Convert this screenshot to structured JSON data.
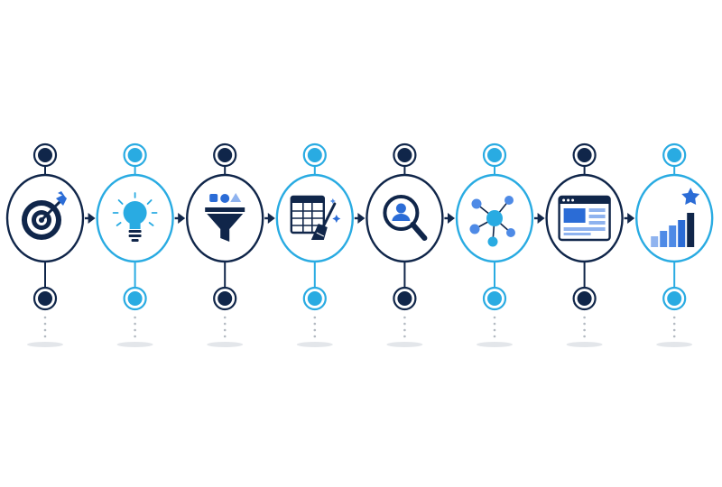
{
  "colors": {
    "navy": "#10264a",
    "cyan": "#29abe2",
    "cyan_light": "#56c6f0",
    "blue": "#2b6cd6",
    "blue_mid": "#4e8ae6",
    "blue_light": "#8fb3ef",
    "dots": "#b3bac2",
    "shadow": "#e3e6ea",
    "background": "#ffffff"
  },
  "steps": [
    {
      "icon": "target-icon",
      "ring": "navy"
    },
    {
      "icon": "lightbulb-icon",
      "ring": "cyan"
    },
    {
      "icon": "funnel-icon",
      "ring": "navy"
    },
    {
      "icon": "clean-data-icon",
      "ring": "cyan"
    },
    {
      "icon": "search-user-icon",
      "ring": "navy"
    },
    {
      "icon": "network-icon",
      "ring": "cyan"
    },
    {
      "icon": "dashboard-icon",
      "ring": "navy"
    },
    {
      "icon": "growth-chart-icon",
      "ring": "cyan"
    }
  ],
  "connector_icon": "arrow-right-icon"
}
